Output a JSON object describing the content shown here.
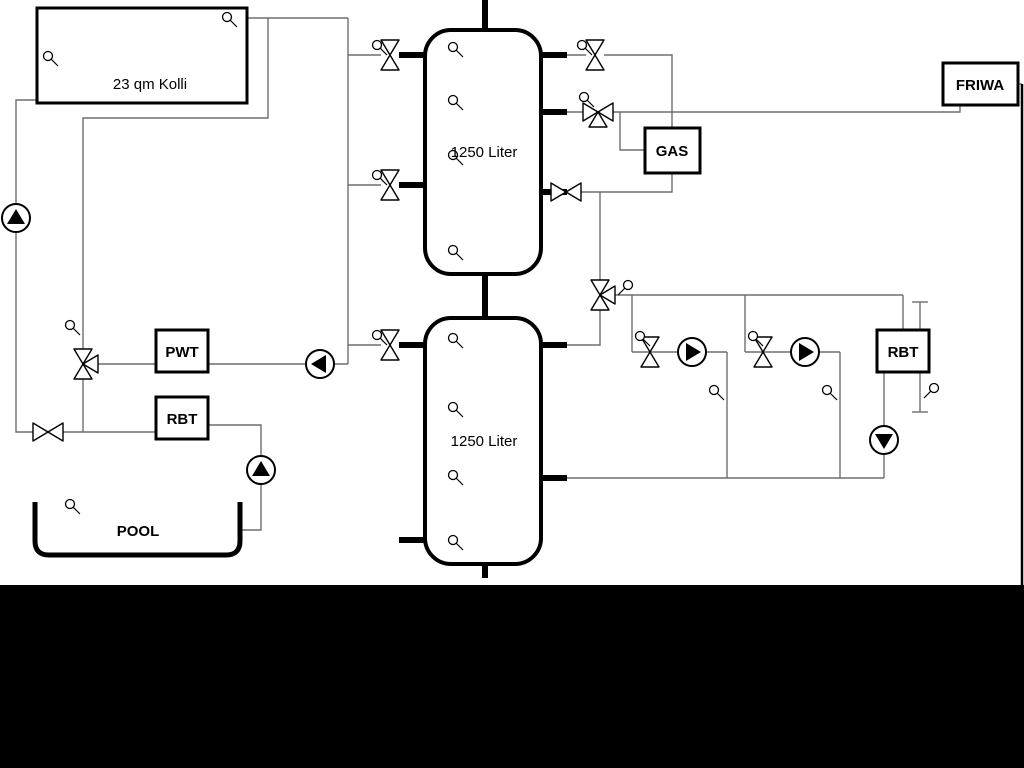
{
  "diagram": {
    "collector": {
      "label": "23 qm Kolli"
    },
    "buffer_tank_top": {
      "label": "1250 Liter"
    },
    "buffer_tank_bottom": {
      "label": "1250 Liter"
    },
    "gas_boiler": {
      "label": "GAS"
    },
    "friwa_station": {
      "label": "FRIWA"
    },
    "pwt_heat_exchanger": {
      "label": "PWT"
    },
    "rbt_left": {
      "label": "RBT"
    },
    "rbt_right": {
      "label": "RBT"
    },
    "pool": {
      "label": "POOL"
    },
    "colors": {
      "background": "#ffffff",
      "pipe_thin": "#6e6e6e",
      "pipe_main": "#000000",
      "bottom_band": "#000000"
    }
  }
}
